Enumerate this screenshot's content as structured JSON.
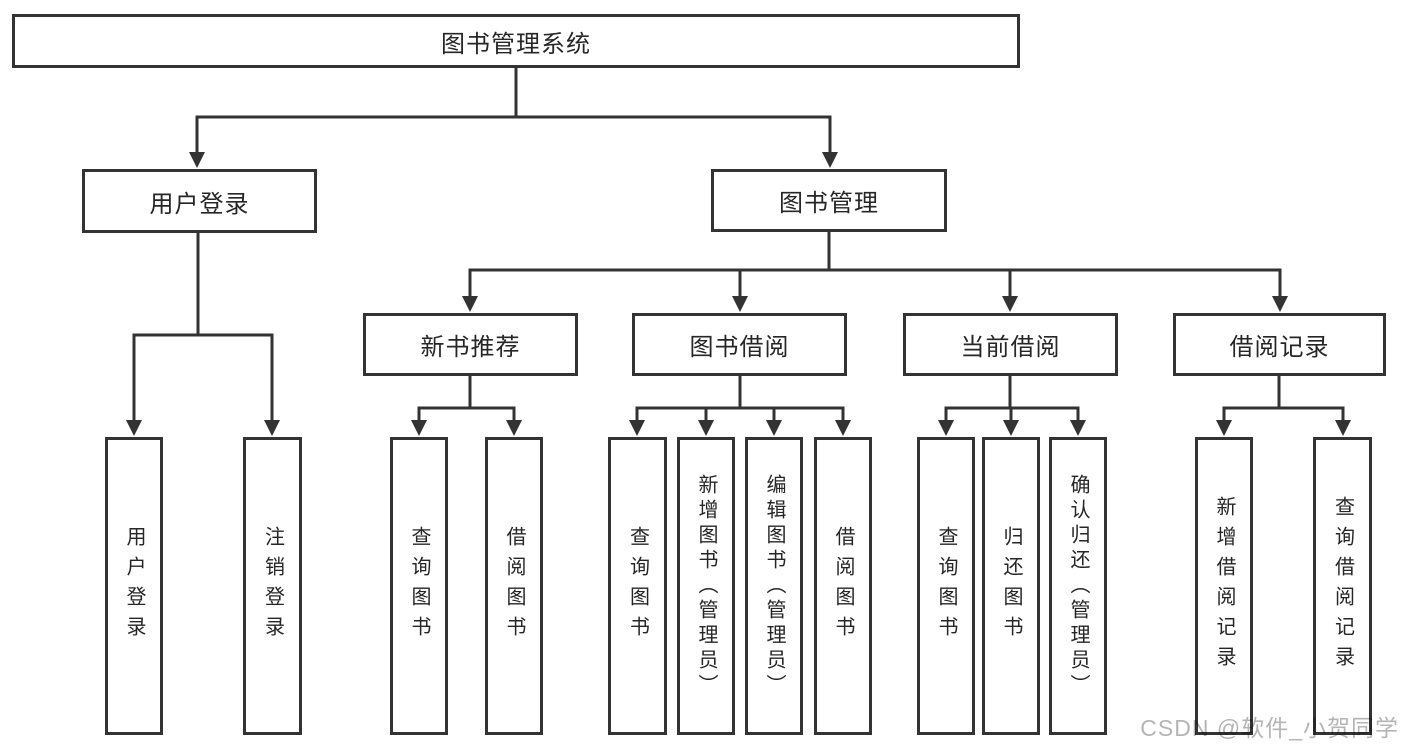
{
  "diagram": {
    "root_label": "图书管理系统",
    "level2": [
      {
        "label": "用户登录"
      },
      {
        "label": "图书管理"
      }
    ],
    "level3": [
      {
        "label": "新书推荐"
      },
      {
        "label": "图书借阅"
      },
      {
        "label": "当前借阅"
      },
      {
        "label": "借阅记录"
      }
    ],
    "leaves_user_login": [
      "用户登录",
      "注销登录"
    ],
    "leaves_new_book": [
      "查询图书",
      "借阅图书"
    ],
    "leaves_book_borrow": [
      "查询图书",
      "新增图书（管理员）",
      "编辑图书（管理员）",
      "借阅图书"
    ],
    "leaves_current_borrow": [
      "查询图书",
      "归还图书",
      "确认归还（管理员）"
    ],
    "leaves_borrow_record": [
      "新增借阅记录",
      "查询借阅记录"
    ]
  },
  "watermark": {
    "text": "CSDN @软件_小贺同学"
  },
  "colors": {
    "line": "#333333",
    "text": "#262626",
    "background": "#ffffff",
    "watermark": "#b5b5b5"
  }
}
